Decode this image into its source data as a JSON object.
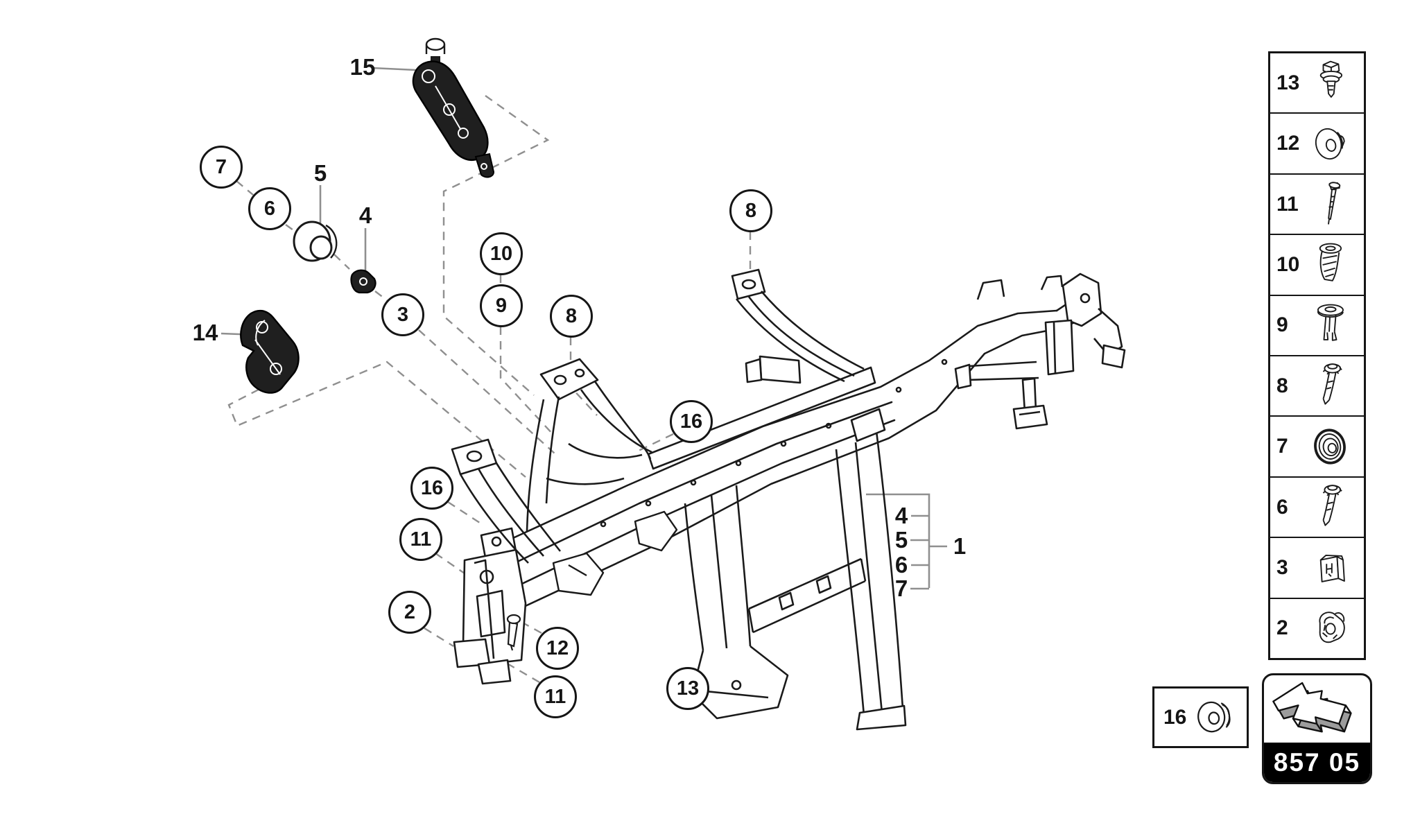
{
  "diagram": {
    "page_code": "857 05",
    "ref_box": {
      "label": "16",
      "icon": "grommet-nut-icon"
    },
    "nav_arrow_icon": "back-arrow-3d-icon"
  },
  "callouts": {
    "circled": [
      {
        "label": "7"
      },
      {
        "label": "6"
      },
      {
        "label": "3"
      },
      {
        "label": "10"
      },
      {
        "label": "9"
      },
      {
        "label": "8"
      },
      {
        "label": "8"
      },
      {
        "label": "16"
      },
      {
        "label": "16"
      },
      {
        "label": "11"
      },
      {
        "label": "2"
      },
      {
        "label": "12"
      },
      {
        "label": "11"
      },
      {
        "label": "13"
      }
    ],
    "plain": [
      {
        "label": "15"
      },
      {
        "label": "5"
      },
      {
        "label": "4"
      },
      {
        "label": "14"
      },
      {
        "label": "4"
      },
      {
        "label": "5"
      },
      {
        "label": "6"
      },
      {
        "label": "7"
      },
      {
        "label": "1"
      }
    ]
  },
  "sidebar": {
    "items": [
      {
        "label": "13",
        "icon": "hex-flange-bolt-icon"
      },
      {
        "label": "12",
        "icon": "washer-grommet-icon"
      },
      {
        "label": "11",
        "icon": "long-screw-icon"
      },
      {
        "label": "10",
        "icon": "expansion-rivet-icon"
      },
      {
        "label": "9",
        "icon": "flanged-sleeve-icon"
      },
      {
        "label": "8",
        "icon": "flange-bolt-long-icon"
      },
      {
        "label": "7",
        "icon": "round-grommet-icon"
      },
      {
        "label": "6",
        "icon": "flange-bolt-long-icon"
      },
      {
        "label": "3",
        "icon": "retaining-clip-block-icon"
      },
      {
        "label": "2",
        "icon": "spring-clip-icon"
      }
    ]
  },
  "colors": {
    "line": "#1a1a1a",
    "leader": "#8f8f8f",
    "dark_part": "#1f1f1f",
    "label_band_bg": "#000000",
    "label_band_text": "#ffffff",
    "arrow_side": "#9c9c9c"
  }
}
